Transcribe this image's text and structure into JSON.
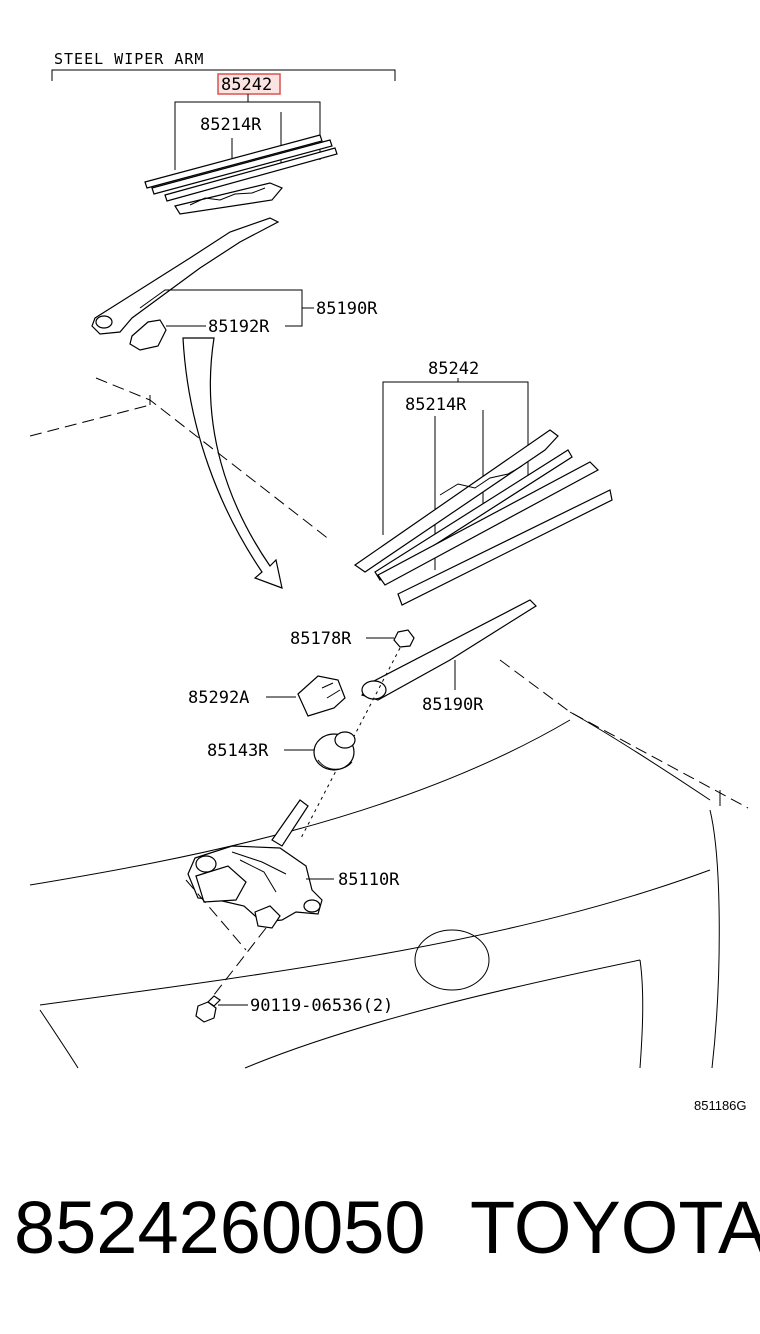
{
  "diagram": {
    "group_title": "STEEL WIPER ARM",
    "labels": {
      "top_blade": "85242",
      "top_refill": "85214R",
      "top_arm": "85190R",
      "top_cap": "85192R",
      "mid_blade": "85242",
      "mid_refill": "85214R",
      "nut": "85178R",
      "cover": "85292A",
      "arm": "85190R",
      "grommet": "85143R",
      "motor": "85110R",
      "bolt": "90119-06536(2)"
    },
    "drawing_code": "851186G",
    "highlight_color": "#d9534f"
  },
  "footer": {
    "part_number": "8524260050",
    "brand": "TOYOTA"
  }
}
